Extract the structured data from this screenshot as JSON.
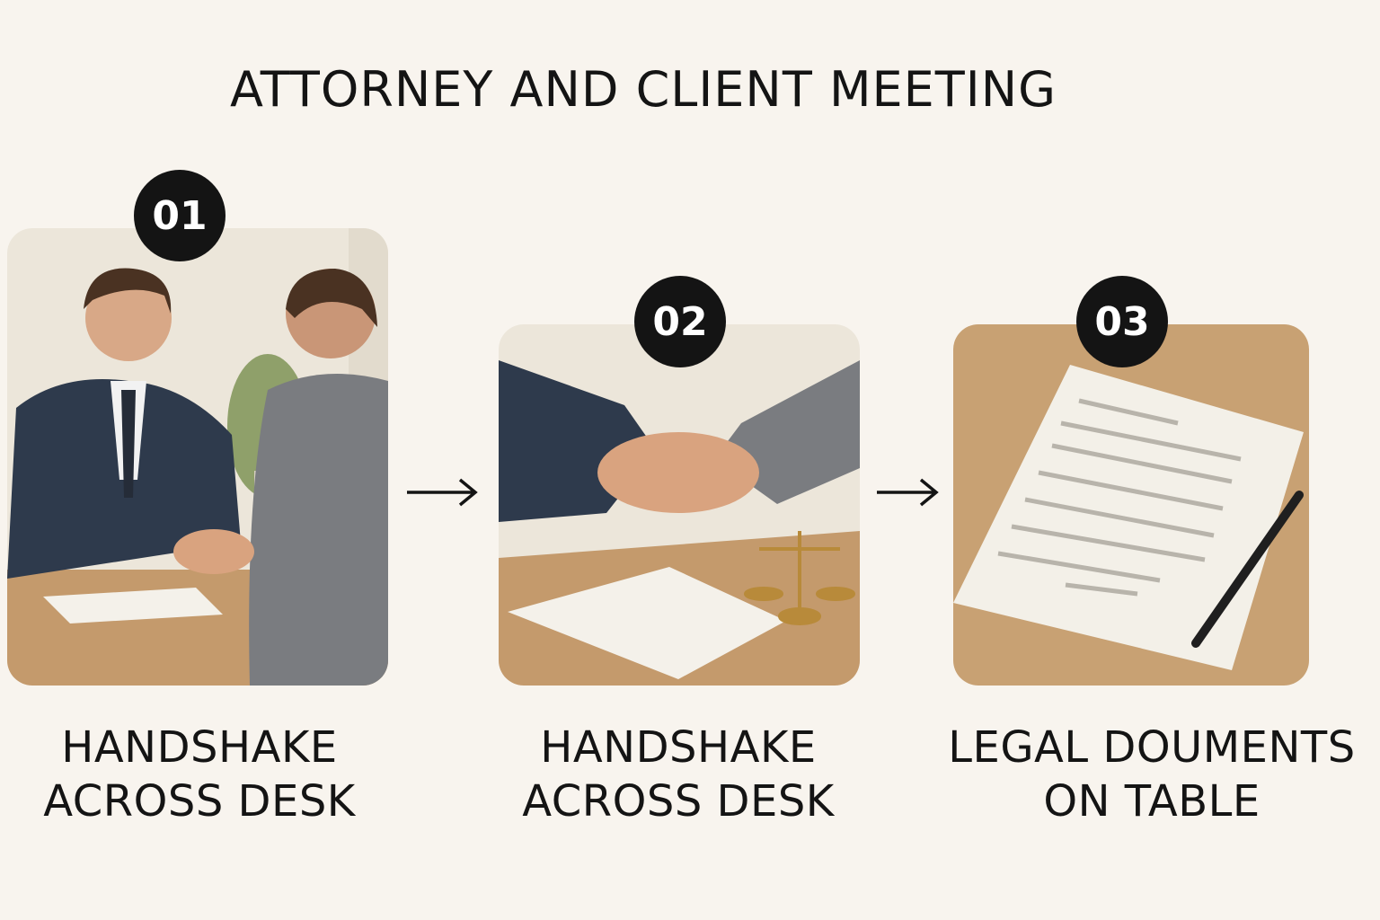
{
  "title": "ATTORNEY AND CLIENT MEETING",
  "steps": [
    {
      "number": "01",
      "line1": "HANDSHAKE",
      "line2": "ACROSS DESK"
    },
    {
      "number": "02",
      "line1": "HANDSHAKE",
      "line2": "ACROSS DESK"
    },
    {
      "number": "03",
      "line1": "LEGAL DOUMENTS",
      "line2": "ON TABLE"
    }
  ],
  "colors": {
    "background": "#f8f4ee",
    "badge": "#141414",
    "desk": "#c49a6c",
    "suit_dark": "#2e3a4c",
    "suit_gray": "#7a7c80"
  }
}
